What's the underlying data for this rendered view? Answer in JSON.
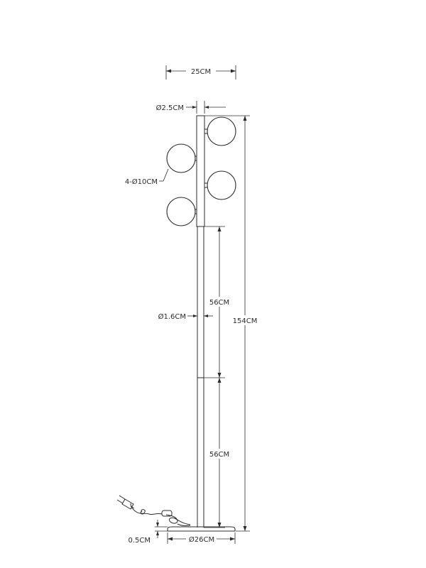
{
  "dimensions": {
    "top_width": "25CM",
    "tube_diameter_top": "Ø2.5CM",
    "globes": "4-Ø10CM",
    "pole_diameter": "Ø1.6CM",
    "upper_pole_length": "56CM",
    "lower_pole_length": "56CM",
    "total_height": "154CM",
    "base_thickness": "0.5CM",
    "base_diameter": "Ø26CM"
  }
}
